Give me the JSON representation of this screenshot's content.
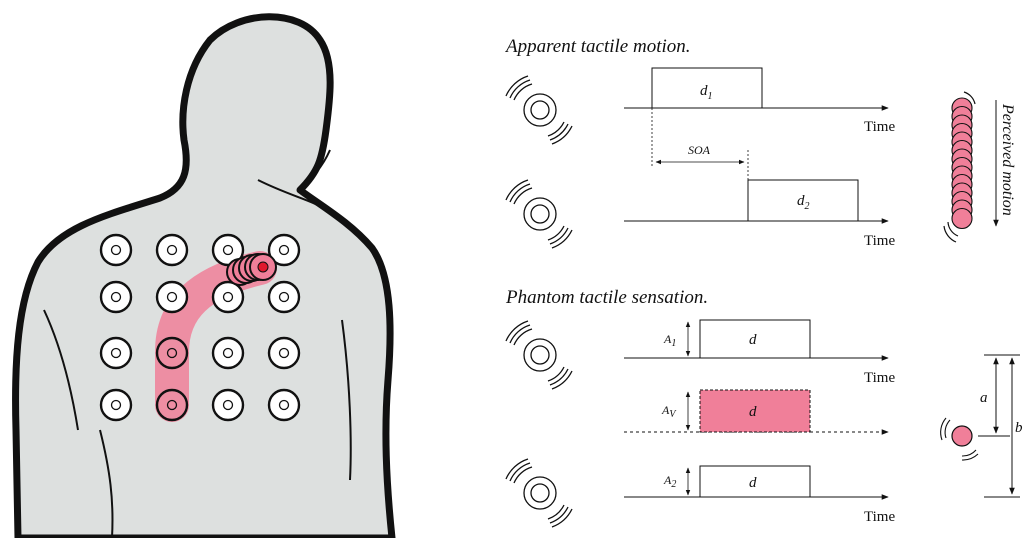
{
  "apparent_motion": {
    "heading": "Apparent tactile motion.",
    "pulse1_label": "d",
    "pulse1_sub": "1",
    "pulse2_label": "d",
    "pulse2_sub": "2",
    "soa_label": "SOA",
    "time_label_1": "Time",
    "time_label_2": "Time",
    "perceived_label": "Perceived motion"
  },
  "phantom": {
    "heading": "Phantom tactile sensation.",
    "pulse_label_1": "d",
    "pulse_label_v": "d",
    "pulse_label_2": "d",
    "amp1": "A",
    "amp1_sub": "1",
    "ampv": "A",
    "ampv_sub": "V",
    "amp2": "A",
    "amp2_sub": "2",
    "time_label_1": "Time",
    "time_label_2": "Time",
    "dist_a": "a",
    "dist_b": "b"
  },
  "colors": {
    "accent_pink": "#f07f99",
    "accent_red": "#e0182d",
    "body_fill": "#dde0df",
    "outline": "#111111"
  }
}
